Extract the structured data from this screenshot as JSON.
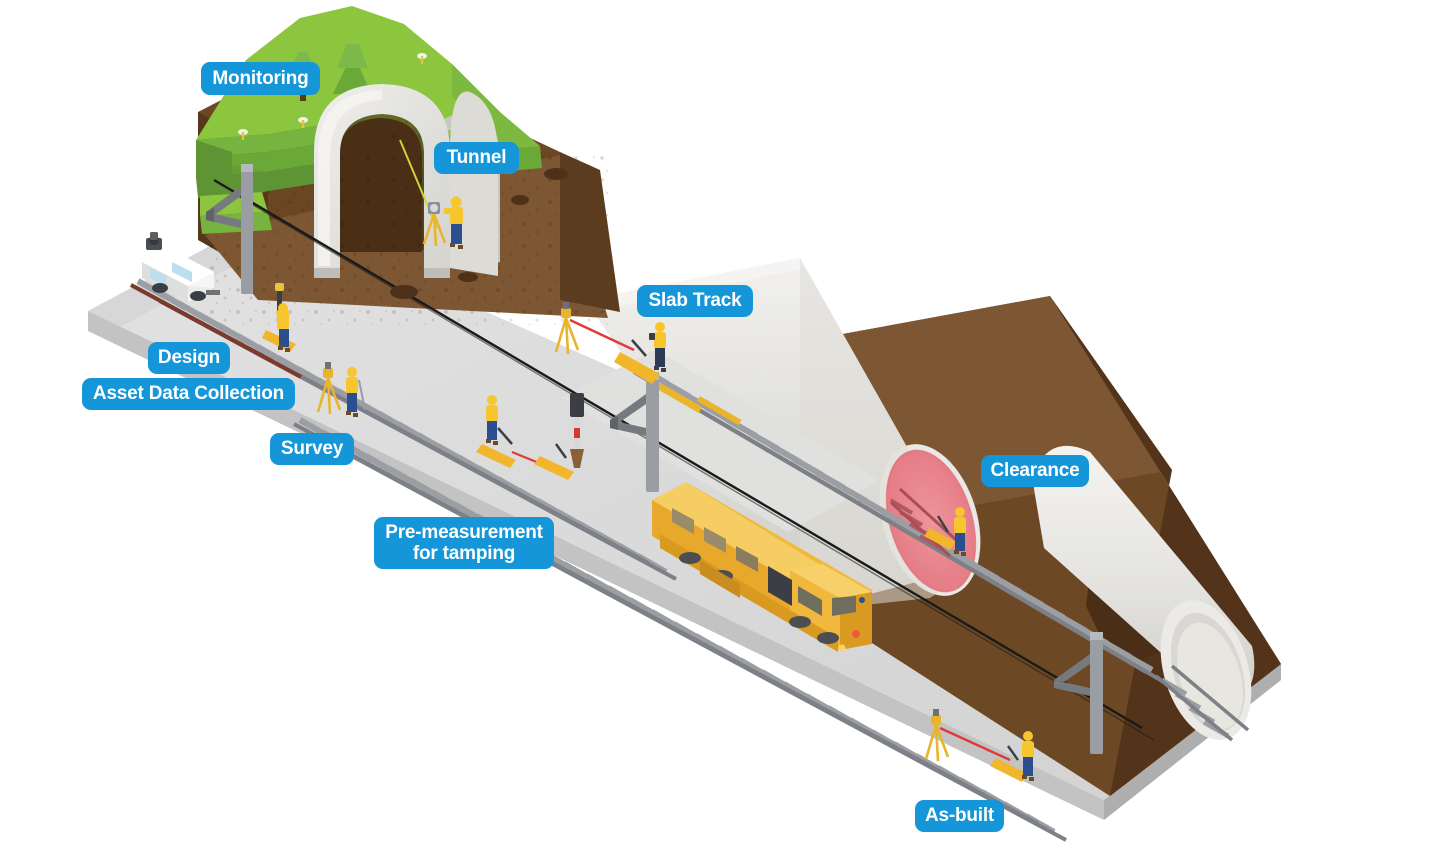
{
  "diagram": {
    "title": "Railway survey and construction lifecycle isometric scene",
    "background_color": "#ffffff",
    "badge_color": "#1596d8",
    "badge_text_color": "#ffffff"
  },
  "labels": {
    "monitoring": "Monitoring",
    "tunnel": "Tunnel",
    "design": "Design",
    "asset_data_collection": "Asset Data Collection",
    "survey": "Survey",
    "slab_track": "Slab Track",
    "clearance": "Clearance",
    "pre_measurement": "Pre-measurement\nfor tamping",
    "as_built": "As-built"
  },
  "scene_elements": {
    "hill": "green-hill-with-trees",
    "trees": "conifer-trees",
    "monitoring_prisms": "survey-monitoring-prisms",
    "tunnel_portal": "concrete-tunnel-portal-arch",
    "excavated_face": "brown-excavated-earth-face",
    "tunnel_tubes": "cut-away-concrete-tunnel-tubes",
    "clearance_gauge": "red-clearance-envelope-ellipse",
    "hirail_truck": "white-hirail-survey-truck",
    "tamping_machine": "yellow-track-tamping-machine",
    "catenary_poles": "overhead-line-catenary-masts",
    "signal": "trackside-signal",
    "ballast_track": "ballasted-railway-track",
    "slab_track": "concrete-slab-track",
    "ground_platform": "grey-ground-platform-base",
    "surveyors": "workers-in-yellow-hi-vis",
    "total_stations": "yellow-tripod-total-stations",
    "laser_beams": "red-laser-measurement-beams",
    "trolleys": "yellow-track-measurement-trolleys"
  },
  "colors": {
    "badge_blue": "#1596d8",
    "grass_light": "#8cc63f",
    "grass_mid": "#76b43f",
    "grass_dark": "#5e9434",
    "earth_top": "#7d5733",
    "earth_side": "#5c3c20",
    "earth_dark": "#432a15",
    "concrete_light": "#eceae6",
    "concrete_mid": "#d8d6d1",
    "concrete_shadow": "#bfbdb8",
    "ground_top": "#dcdcdc",
    "ground_side": "#b9b9b9",
    "rail_grey": "#8d9096",
    "sleeper_grey": "#9b9ea3",
    "machine_yellow": "#f5b731",
    "hi_vis_yellow": "#f7c52c",
    "worker_blue": "#2b4f8e",
    "clearance_red": "#e8707a",
    "laser_red": "#e03a3a",
    "truck_white": "#f4f4f4"
  }
}
